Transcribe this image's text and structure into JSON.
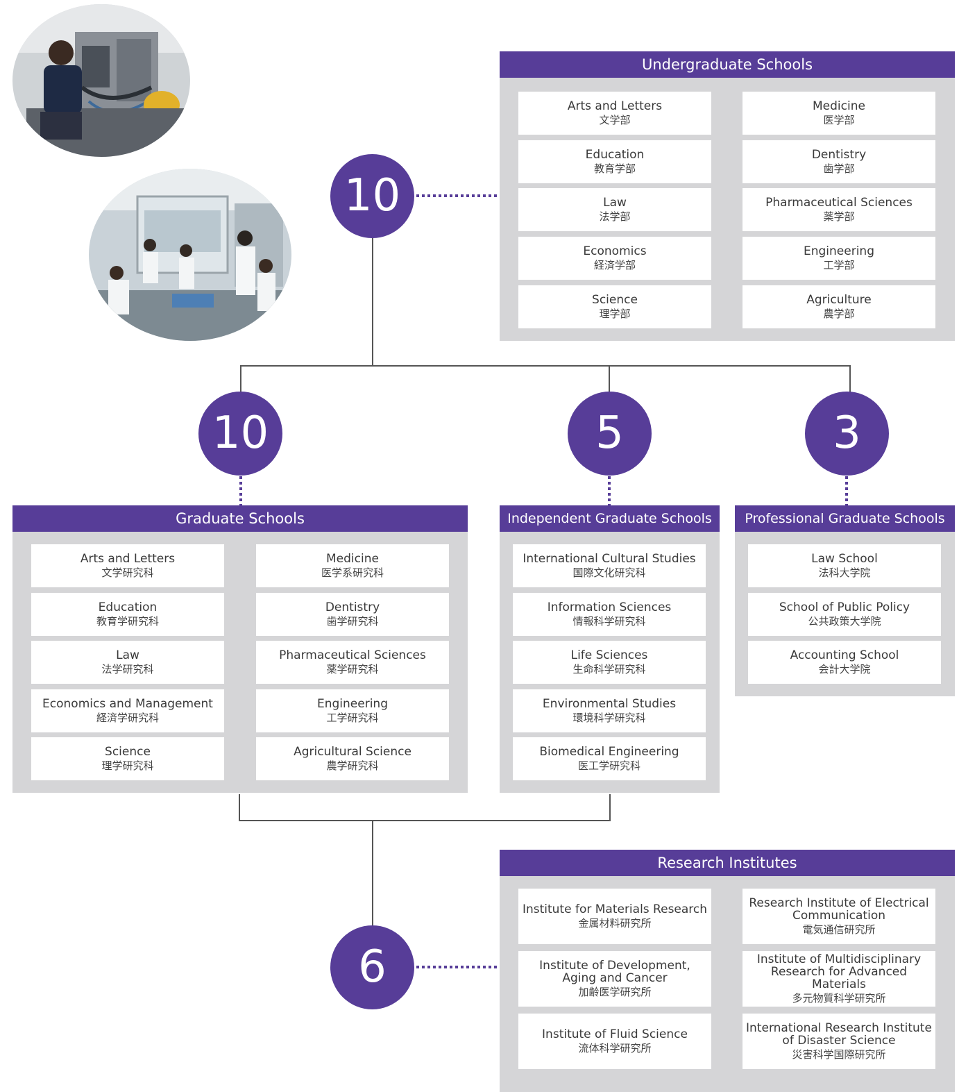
{
  "undergraduate": {
    "count": "10",
    "title": "Undergraduate Schools",
    "items": [
      {
        "en": "Arts and Letters",
        "jp": "文学部"
      },
      {
        "en": "Medicine",
        "jp": "医学部"
      },
      {
        "en": "Education",
        "jp": "教育学部"
      },
      {
        "en": "Dentistry",
        "jp": "歯学部"
      },
      {
        "en": "Law",
        "jp": "法学部"
      },
      {
        "en": "Pharmaceutical Sciences",
        "jp": "薬学部"
      },
      {
        "en": "Economics",
        "jp": "経済学部"
      },
      {
        "en": "Engineering",
        "jp": "工学部"
      },
      {
        "en": "Science",
        "jp": "理学部"
      },
      {
        "en": "Agriculture",
        "jp": "農学部"
      }
    ]
  },
  "graduate": {
    "count": "10",
    "title": "Graduate Schools",
    "items": [
      {
        "en": "Arts and Letters",
        "jp": "文学研究科"
      },
      {
        "en": "Medicine",
        "jp": "医学系研究科"
      },
      {
        "en": "Education",
        "jp": "教育学研究科"
      },
      {
        "en": "Dentistry",
        "jp": "歯学研究科"
      },
      {
        "en": "Law",
        "jp": "法学研究科"
      },
      {
        "en": "Pharmaceutical Sciences",
        "jp": "薬学研究科"
      },
      {
        "en": "Economics and Management",
        "jp": "経済学研究科"
      },
      {
        "en": "Engineering",
        "jp": "工学研究科"
      },
      {
        "en": "Science",
        "jp": "理学研究科"
      },
      {
        "en": "Agricultural Science",
        "jp": "農学研究科"
      }
    ]
  },
  "independent": {
    "count": "5",
    "title": "Independent Graduate Schools",
    "items": [
      {
        "en": "International Cultural Studies",
        "jp": "国際文化研究科"
      },
      {
        "en": "Information Sciences",
        "jp": "情報科学研究科"
      },
      {
        "en": "Life Sciences",
        "jp": "生命科学研究科"
      },
      {
        "en": "Environmental Studies",
        "jp": "環境科学研究科"
      },
      {
        "en": "Biomedical Engineering",
        "jp": "医工学研究科"
      }
    ]
  },
  "professional": {
    "count": "3",
    "title": "Professional Graduate Schools",
    "items": [
      {
        "en": "Law School",
        "jp": "法科大学院"
      },
      {
        "en": "School of Public Policy",
        "jp": "公共政策大学院"
      },
      {
        "en": "Accounting School",
        "jp": "会計大学院"
      }
    ]
  },
  "research": {
    "count": "6",
    "title": "Research Institutes",
    "items": [
      {
        "en": "Institute for Materials Research",
        "jp": "金属材料研究所"
      },
      {
        "en": "Research Institute of Electrical Communication",
        "jp": "電気通信研究所"
      },
      {
        "en": "Institute of Development, Aging and Cancer",
        "jp": "加齢医学研究所"
      },
      {
        "en": "Institute of Multidisciplinary Research for Advanced Materials",
        "jp": "多元物質科学研究所"
      },
      {
        "en": "Institute of Fluid Science",
        "jp": "流体科学研究所"
      },
      {
        "en": "International Research Institute of Disaster Science",
        "jp": "災害科学国際研究所"
      }
    ]
  },
  "colors": {
    "accent": "#573d98",
    "panel": "#d5d5d7",
    "line": "#555555"
  }
}
